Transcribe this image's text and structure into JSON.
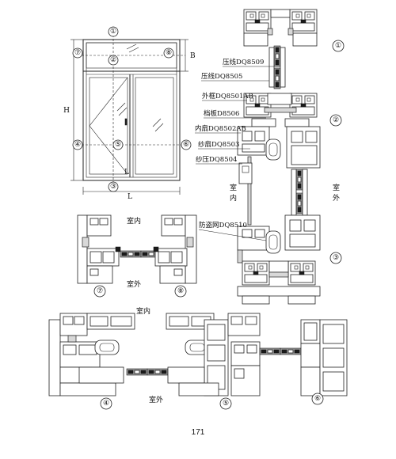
{
  "markers": [
    "①",
    "②",
    "③",
    "④",
    "⑤",
    "⑥",
    "⑦",
    "⑧"
  ],
  "dimensions": {
    "H": "H",
    "B": "B",
    "L_overall": "L",
    "L_leaf": "L"
  },
  "callouts": [
    "压线DQ8509",
    "压线DQ8505",
    "外框DQ8501AB",
    "档板D8506",
    "内扇DQ8502AB",
    "纱扇DQ8503",
    "纱压DQ8504",
    "防盗网DQ8510"
  ],
  "orientation": {
    "indoor": "室内",
    "outdoor": "室外"
  },
  "page_number": "171"
}
